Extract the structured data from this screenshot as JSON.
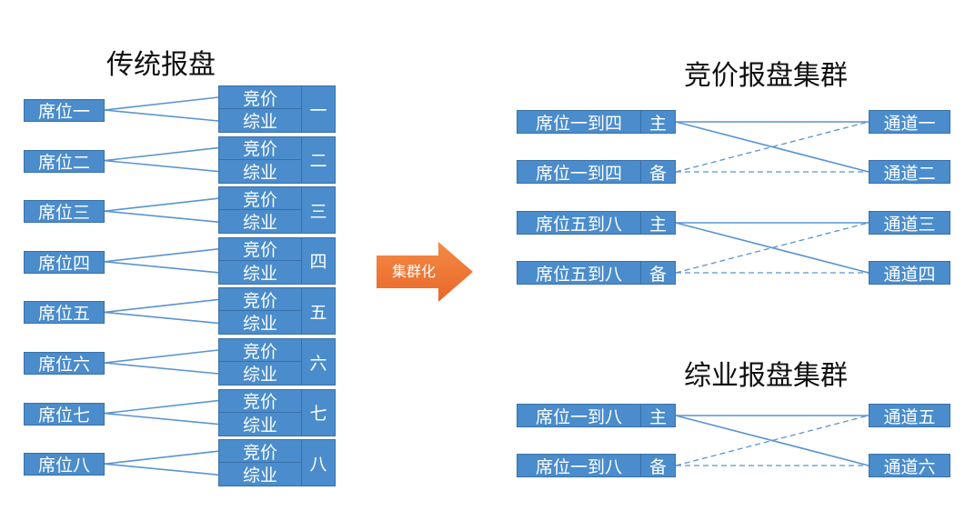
{
  "titles": {
    "traditional": "传统报盘",
    "bidding_cluster": "竞价报盘集群",
    "comprehensive_cluster": "综业报盘集群"
  },
  "arrow": {
    "label": "集群化",
    "color": "#f07a35"
  },
  "colors": {
    "box_fill": "#4a8ccc",
    "box_border": "#3b70a8",
    "line": "#5a94d0"
  },
  "traditional": {
    "sub_top": "竞价",
    "sub_bottom": "综业",
    "rows": [
      {
        "seat": "席位一",
        "num": "一"
      },
      {
        "seat": "席位二",
        "num": "二"
      },
      {
        "seat": "席位三",
        "num": "三"
      },
      {
        "seat": "席位四",
        "num": "四"
      },
      {
        "seat": "席位五",
        "num": "五"
      },
      {
        "seat": "席位六",
        "num": "六"
      },
      {
        "seat": "席位七",
        "num": "七"
      },
      {
        "seat": "席位八",
        "num": "八"
      }
    ]
  },
  "bidding_cluster": {
    "groups": [
      {
        "seats": [
          {
            "label": "席位一到四",
            "role": "主"
          },
          {
            "label": "席位一到四",
            "role": "备"
          }
        ],
        "channels": [
          "通道一",
          "通道二"
        ]
      },
      {
        "seats": [
          {
            "label": "席位五到八",
            "role": "主"
          },
          {
            "label": "席位五到八",
            "role": "备"
          }
        ],
        "channels": [
          "通道三",
          "通道四"
        ]
      }
    ]
  },
  "comprehensive_cluster": {
    "groups": [
      {
        "seats": [
          {
            "label": "席位一到八",
            "role": "主"
          },
          {
            "label": "席位一到八",
            "role": "备"
          }
        ],
        "channels": [
          "通道五",
          "通道六"
        ]
      }
    ]
  }
}
